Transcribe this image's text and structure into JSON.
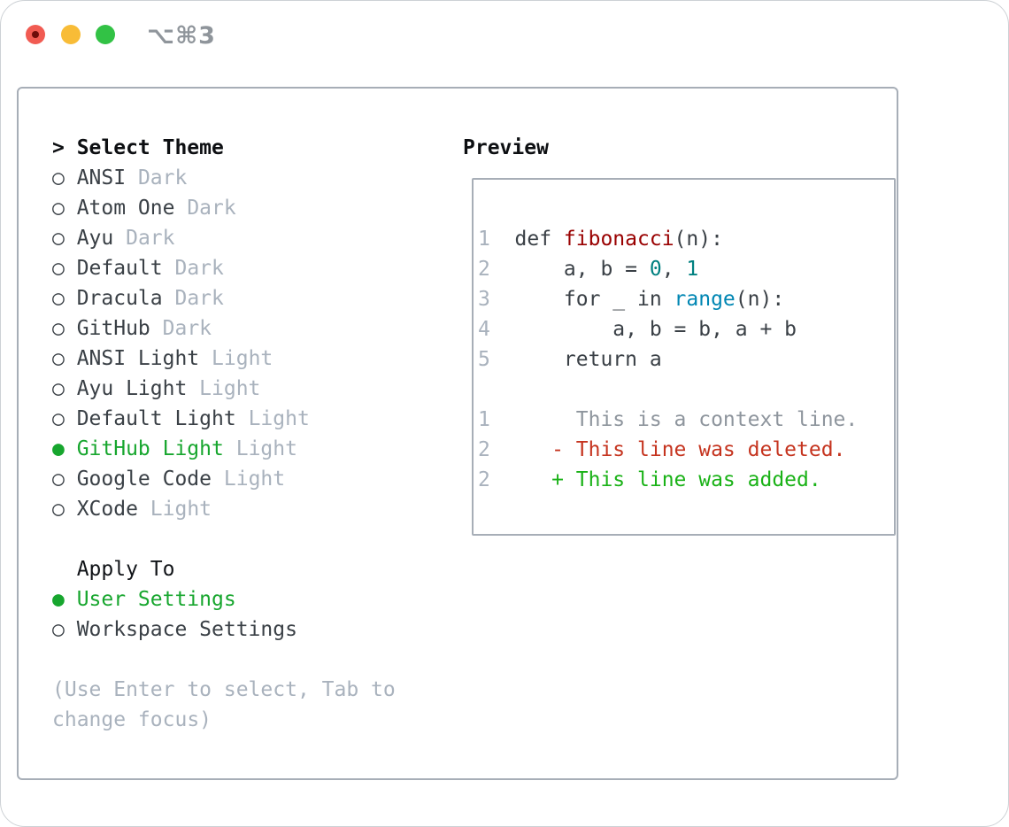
{
  "window": {
    "title": "⌥⌘3",
    "traffic_lights": [
      {
        "name": "close",
        "color": "#f15b52"
      },
      {
        "name": "minimize",
        "color": "#f8bc37"
      },
      {
        "name": "zoom",
        "color": "#32c245"
      }
    ]
  },
  "theme_panel": {
    "header": {
      "marker": ">",
      "label": "Select Theme"
    },
    "themes": [
      {
        "marker": "○",
        "name": "ANSI",
        "tag": "Dark",
        "selected": false
      },
      {
        "marker": "○",
        "name": "Atom One",
        "tag": "Dark",
        "selected": false
      },
      {
        "marker": "○",
        "name": "Ayu",
        "tag": "Dark",
        "selected": false
      },
      {
        "marker": "○",
        "name": "Default",
        "tag": "Dark",
        "selected": false
      },
      {
        "marker": "○",
        "name": "Dracula",
        "tag": "Dark",
        "selected": false
      },
      {
        "marker": "○",
        "name": "GitHub",
        "tag": "Dark",
        "selected": false
      },
      {
        "marker": "○",
        "name": "ANSI Light",
        "tag": "Light",
        "selected": false
      },
      {
        "marker": "○",
        "name": "Ayu Light",
        "tag": "Light",
        "selected": false
      },
      {
        "marker": "○",
        "name": "Default Light",
        "tag": "Light",
        "selected": false
      },
      {
        "marker": "●",
        "name": "GitHub Light",
        "tag": "Light",
        "selected": true
      },
      {
        "marker": "○",
        "name": "Google Code",
        "tag": "Light",
        "selected": false
      },
      {
        "marker": "○",
        "name": "XCode",
        "tag": "Light",
        "selected": false
      }
    ],
    "apply_to": {
      "label": "Apply To",
      "options": [
        {
          "marker": "●",
          "name": "User Settings",
          "selected": true
        },
        {
          "marker": "○",
          "name": "Workspace Settings",
          "selected": false
        }
      ]
    },
    "hint_line1": "(Use Enter to select, Tab to",
    "hint_line2": "change focus)"
  },
  "preview": {
    "title": "Preview",
    "code_lines": [
      {
        "num": "1",
        "t0": "def ",
        "t1": "fibonacci",
        "t2": "(n):"
      },
      {
        "num": "2",
        "t0": "    a, b = ",
        "t1": "0",
        "t2": ", ",
        "t3": "1"
      },
      {
        "num": "3",
        "t0": "    for _ in ",
        "t1": "range",
        "t2": "(n):"
      },
      {
        "num": "4",
        "t0": "        a, b = b, a + b"
      },
      {
        "num": "5",
        "t0": "    return a"
      }
    ],
    "diff_lines": [
      {
        "num": "1",
        "kind": "context",
        "text": "     This is a context line."
      },
      {
        "num": "2",
        "kind": "deleted",
        "text": "   - This line was deleted."
      },
      {
        "num": "2",
        "kind": "added",
        "text": "   + This line was added."
      }
    ]
  },
  "colors": {
    "selection_green": "#17a62e",
    "theme_name": "#3a4046",
    "variant_tag": "#a9b2bd",
    "line_number": "#a9b2bd",
    "code_default": "#3a4046",
    "code_title_red": "#990000",
    "code_number_teal": "#008080",
    "code_builtin_blue": "#0086b3",
    "diff_context": "#8e959d",
    "diff_deleted": "#c5341f",
    "diff_added": "#1ab217",
    "panel_border": "#a7aeb7"
  }
}
